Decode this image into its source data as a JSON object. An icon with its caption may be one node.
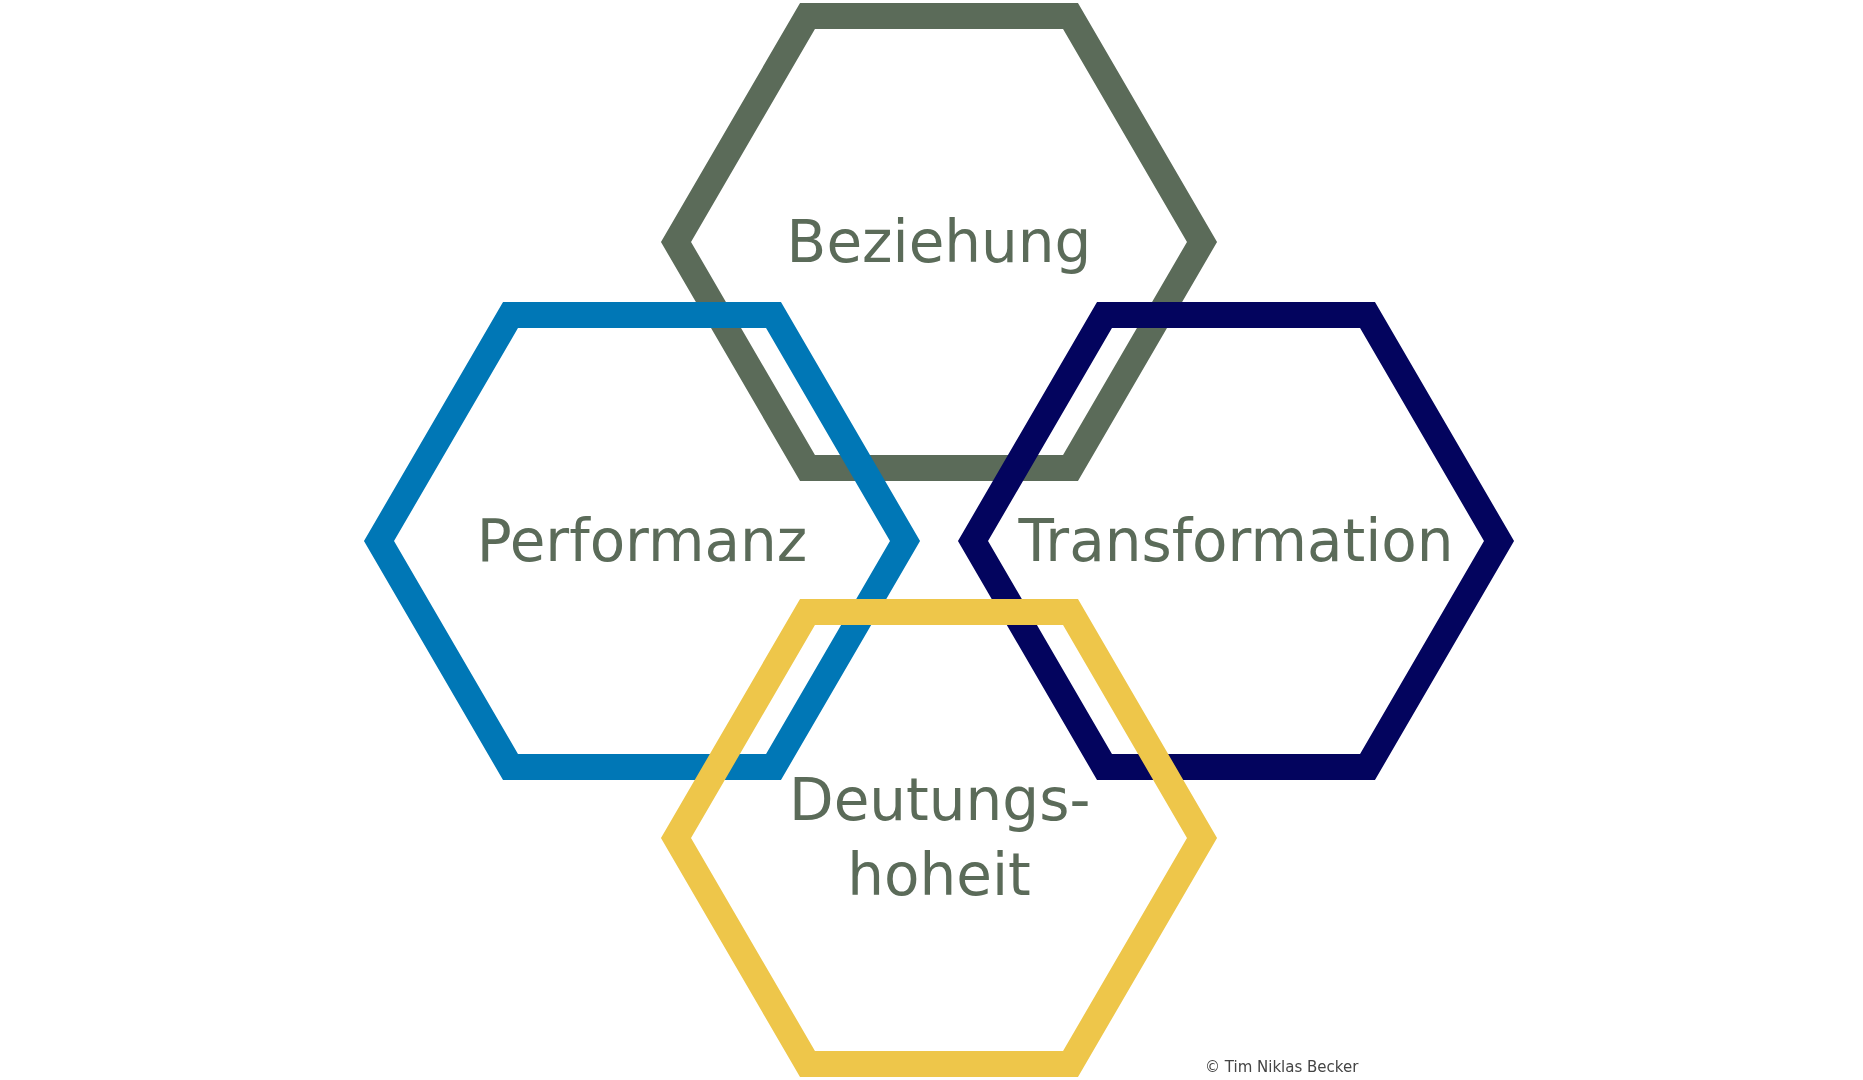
{
  "diagram": {
    "nodes": [
      {
        "text": [
          "Beziehung"
        ]
      },
      {
        "text": [
          "Performanz"
        ]
      },
      {
        "text": [
          "Transformation"
        ]
      },
      {
        "text": [
          "Deutungs- hoheit"
        ]
      }
    ],
    "labels": [
      "© Tim Niklas Becker"
    ]
  }
}
